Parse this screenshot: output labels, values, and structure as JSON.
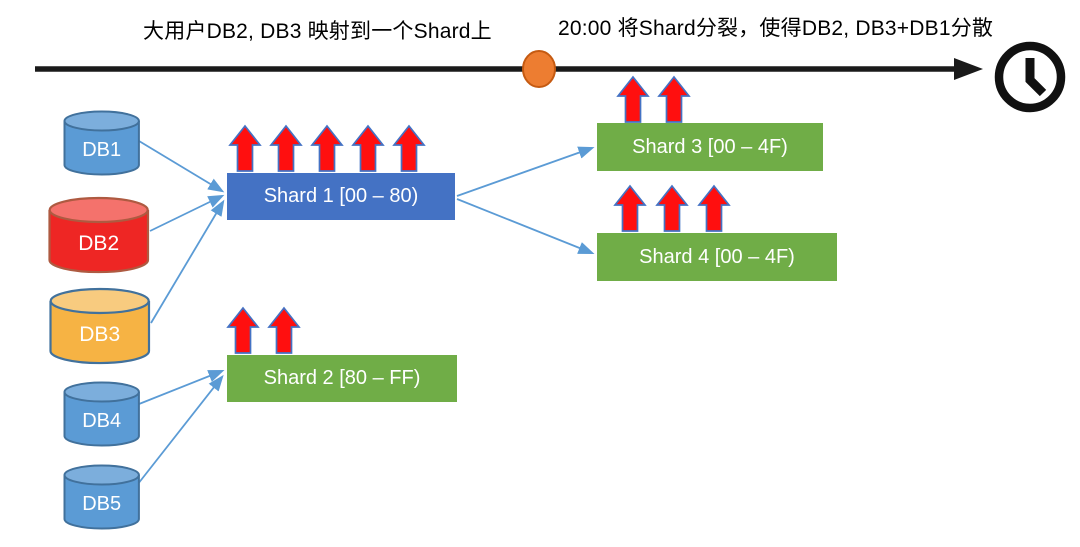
{
  "titles": {
    "phase1": "大用户DB2, DB3 映射到一个Shard上",
    "phase2": "20:00 将Shard分裂，使得DB2, DB3+DB1分散"
  },
  "databases": [
    {
      "label": "DB1"
    },
    {
      "label": "DB2"
    },
    {
      "label": "DB3"
    },
    {
      "label": "DB4"
    },
    {
      "label": "DB5"
    }
  ],
  "shards": [
    {
      "label": "Shard 1 [00 – 80)",
      "color": "#4472C4",
      "load_arrows": 5
    },
    {
      "label": "Shard 2 [80 – FF)",
      "color": "#70AD47",
      "load_arrows": 2
    },
    {
      "label": "Shard 3 [00 – 4F)",
      "color": "#70AD47",
      "load_arrows": 2
    },
    {
      "label": "Shard 4 [00 – 4F)",
      "color": "#70AD47",
      "load_arrows": 3
    }
  ],
  "icons": {
    "clock": "clock-icon",
    "timeline_marker": "orange-ellipse-marker",
    "load_arrow": "red-up-block-arrow"
  },
  "colors": {
    "timeline": "#1a1a1a",
    "connector": "#5B9BD5",
    "load_arrow_fill": "#FF0F0F",
    "load_arrow_stroke": "#4472C4",
    "marker_fill": "#ED7D31",
    "marker_stroke": "#C55A11",
    "clock": "#111111",
    "shard_text": "#FFFFFF",
    "db1": {
      "body": "#5B9BD5",
      "top": "#7CAEDC",
      "stroke": "#41719C"
    },
    "db2": {
      "body": "#EE2624",
      "top": "#F4726C",
      "stroke": "#AE5A41"
    },
    "db3": {
      "body": "#F6B344",
      "top": "#F8CB7F",
      "stroke": "#41719C"
    },
    "db4": {
      "body": "#5B9BD5",
      "top": "#7CAEDC",
      "stroke": "#41719C"
    },
    "db5": {
      "body": "#5B9BD5",
      "top": "#7CAEDC",
      "stroke": "#41719C"
    }
  }
}
